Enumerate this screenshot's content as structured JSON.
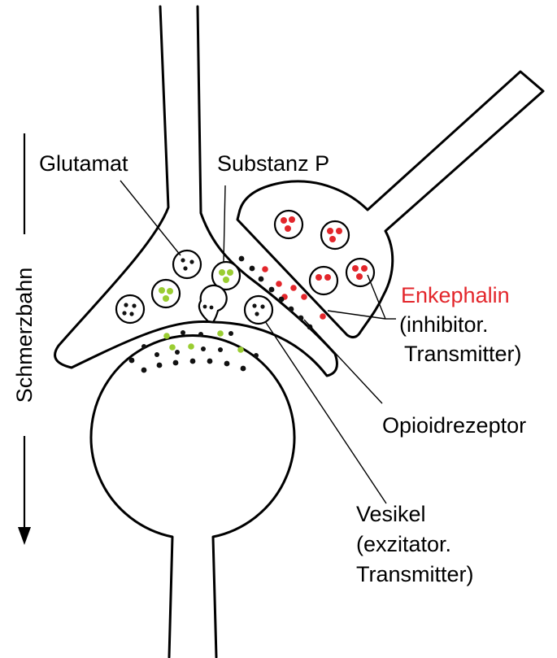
{
  "labels": {
    "glutamat": "Glutamat",
    "substanz_p": "Substanz P",
    "enkephalin": "Enkephalin",
    "enkephalin_note_1": "(inhibitor.",
    "enkephalin_note_2": "Transmitter)",
    "opioidrezeptor": "Opioidrezeptor",
    "vesikel": "Vesikel",
    "vesikel_note_1": "(exzitator.",
    "vesikel_note_2": "Transmitter)",
    "schmerzbahn": "Schmerzbahn"
  },
  "colors": {
    "glutamate": "#111111",
    "substance_p": "#9acd32",
    "enkephalin": "#e3262b",
    "outline": "#000000"
  }
}
